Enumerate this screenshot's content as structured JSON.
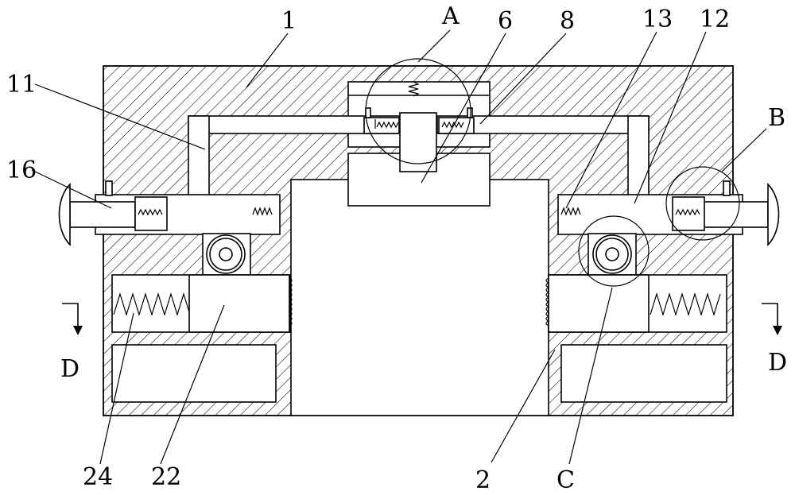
{
  "labels": {
    "part_1": "1",
    "detail_a": "A",
    "part_6": "6",
    "part_8": "8",
    "part_13": "13",
    "part_12": "12",
    "part_11": "11",
    "detail_b": "B",
    "part_16": "16",
    "section_d_left": "D",
    "section_d_right": "D",
    "part_24": "24",
    "part_22": "22",
    "part_2": "2",
    "detail_c": "C"
  }
}
